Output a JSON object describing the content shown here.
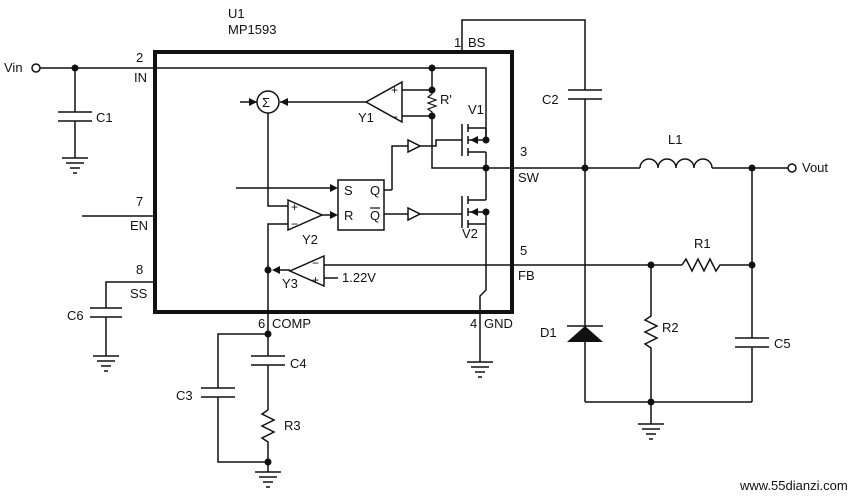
{
  "chip": {
    "ref": "U1",
    "part": "MP1593"
  },
  "pins": {
    "bs": {
      "num": "1",
      "name": "BS"
    },
    "in": {
      "num": "2",
      "name": "IN"
    },
    "sw": {
      "num": "3",
      "name": "SW"
    },
    "gnd": {
      "num": "4",
      "name": "GND"
    },
    "fb": {
      "num": "5",
      "name": "FB"
    },
    "comp": {
      "num": "6",
      "name": "COMP"
    },
    "en": {
      "num": "7",
      "name": "EN"
    },
    "ss": {
      "num": "8",
      "name": "SS"
    }
  },
  "internal": {
    "sum": "Σ",
    "rprime": "R'",
    "y1": "Y1",
    "y2": "Y2",
    "y3": "Y3",
    "v1": "V1",
    "v2": "V2",
    "s": "S",
    "q": "Q",
    "r": "R",
    "qbar": "Q",
    "ref": "1.22V"
  },
  "external": {
    "vin": "Vin",
    "vout": "Vout",
    "c1": "C1",
    "c2": "C2",
    "c3": "C3",
    "c4": "C4",
    "c5": "C5",
    "c6": "C6",
    "l1": "L1",
    "r1": "R1",
    "r2": "R2",
    "r3": "R3",
    "d1": "D1"
  },
  "watermark": "www.55dianzi.com"
}
